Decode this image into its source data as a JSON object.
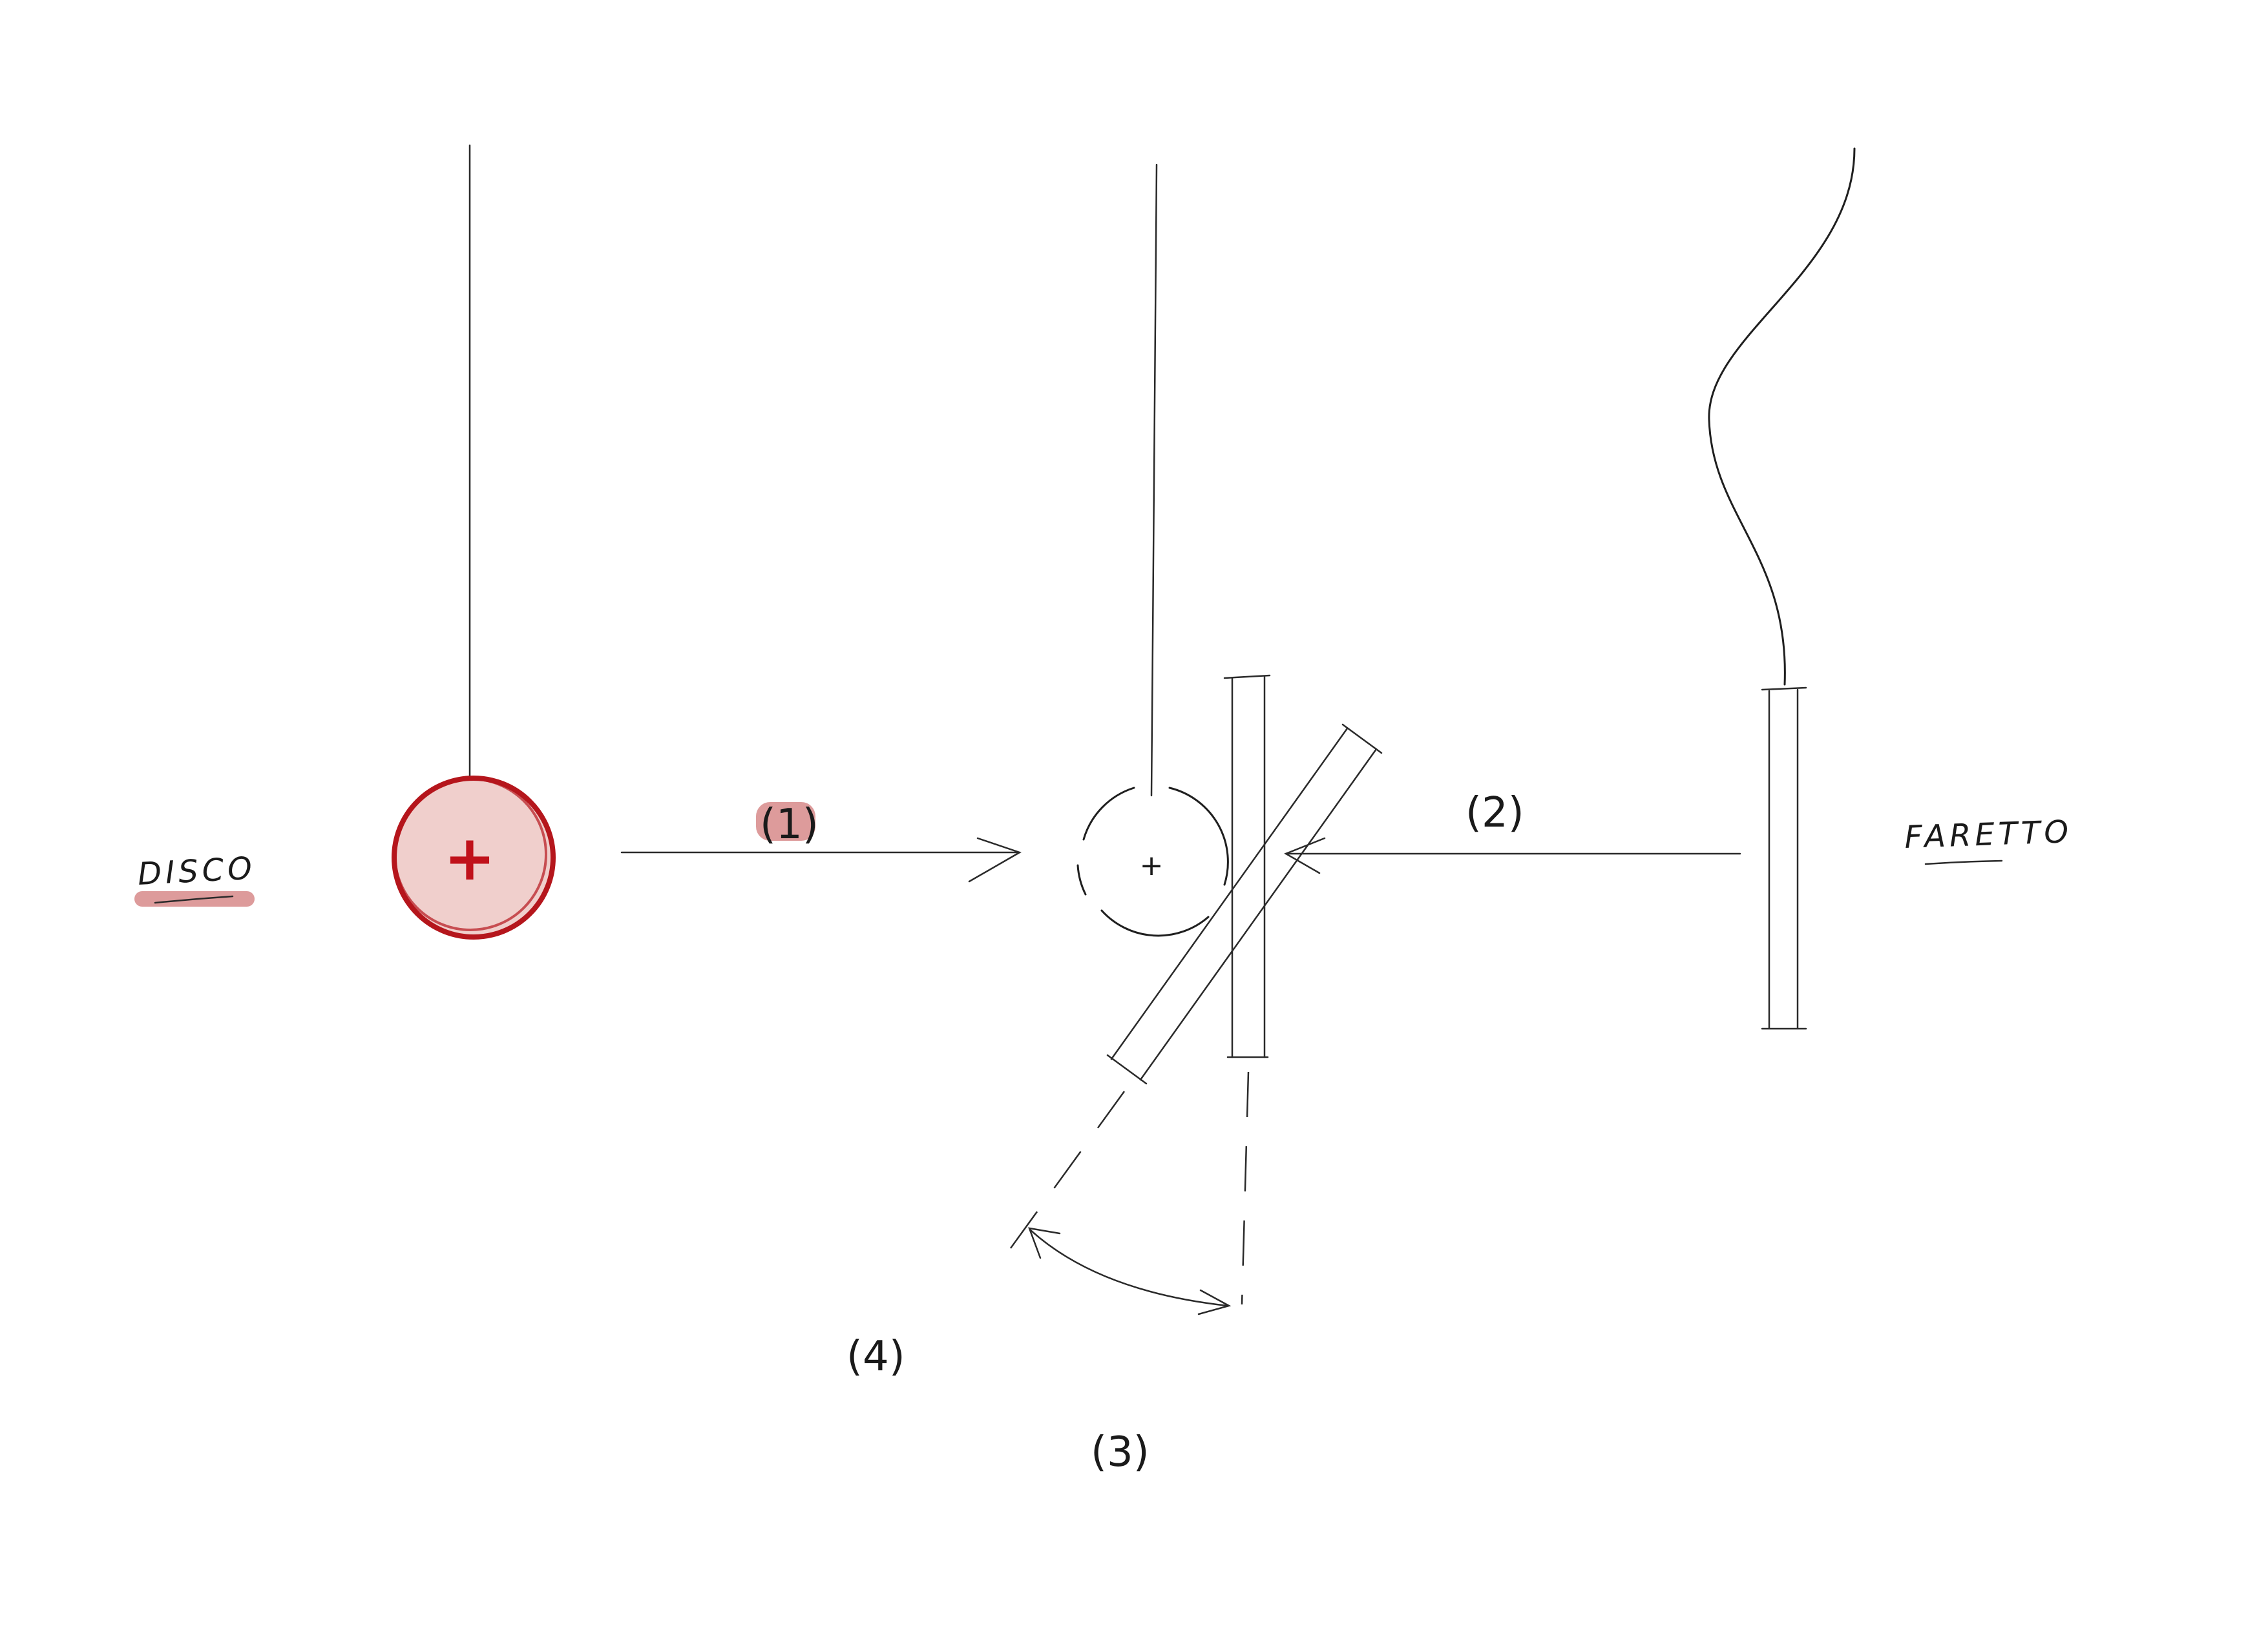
{
  "labels": {
    "disco": "DISCO",
    "faretto": "FARETTO",
    "step1": "(1)",
    "step2": "(2)",
    "step3": "(3)",
    "step4": "(4)"
  },
  "marks": {
    "center_cross": "+",
    "small_cross": "+"
  },
  "colors": {
    "ink": "#1f1f1f",
    "highlight": "#d78a8a",
    "disc_fill": "#f0cfcc",
    "disc_stroke": "#b5161c",
    "cross": "#c0111a"
  }
}
